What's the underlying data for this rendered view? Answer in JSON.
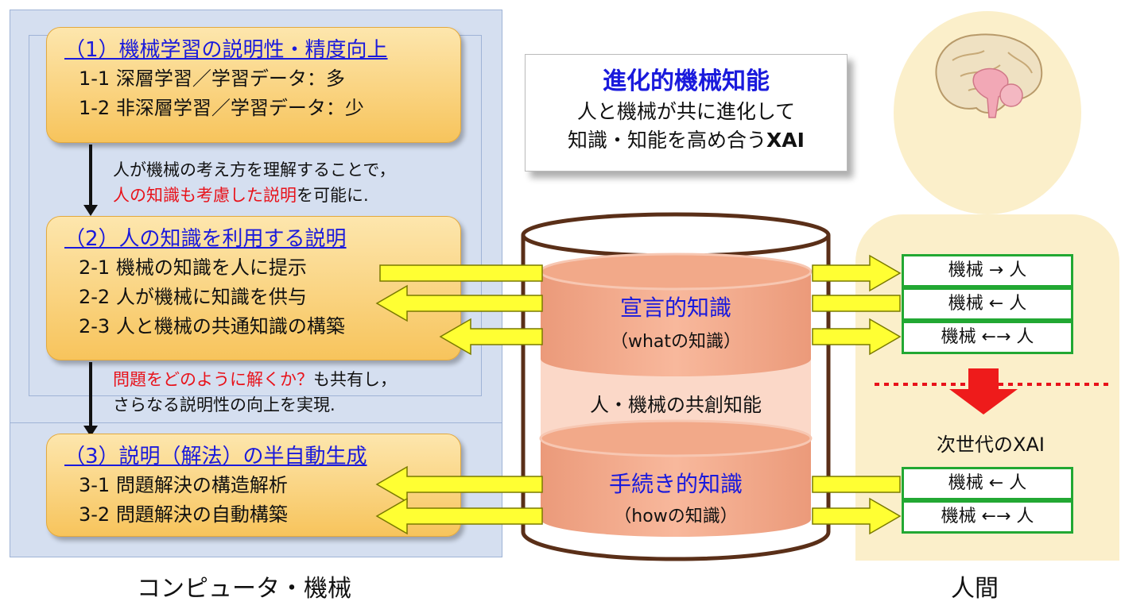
{
  "concept": {
    "title": "進化的機械知能",
    "line1": "人と機械が共に進化して",
    "line2_prefix": "知識・知能を高め合う",
    "line2_bold": "XAI"
  },
  "stage1": {
    "title": "（1）機械学習の説明性・精度向上",
    "items": [
      "1-1 深層学習／学習データ：多",
      "1-2 非深層学習／学習データ：少"
    ]
  },
  "note1": {
    "line1": "人が機械の考え方を理解することで，",
    "line2_red": "人の知識も考慮した説明",
    "line2_rest": "を可能に."
  },
  "stage2": {
    "title": "（2）人の知識を利用する説明",
    "items": [
      "2-1 機械の知識を人に提示",
      "2-2 人が機械に知識を供与",
      "2-3 人と機械の共通知識の構築"
    ]
  },
  "note2": {
    "line1_red": "問題をどのように解くか？",
    "line1_rest": "も共有し，",
    "line2": "さらなる説明性の向上を実現."
  },
  "stage3": {
    "title": "（3）説明（解法）の半自動生成",
    "items": [
      "3-1 問題解決の構造解析",
      "3-2 問題解決の自動構築"
    ]
  },
  "cylinder": {
    "declarative_title": "宣言的知識",
    "declarative_sub": "（whatの知識）",
    "cocreation": "人・機械の共創知能",
    "procedural_title": "手続き的知識",
    "procedural_sub": "（howの知識）"
  },
  "relations_current": [
    "機械 → 人",
    "機械 ← 人",
    "機械 ←→ 人"
  ],
  "next_gen_label": "次世代のXAI",
  "relations_next": [
    "機械 ← 人",
    "機械 ←→ 人"
  ],
  "labels": {
    "computer": "コンピュータ・機械",
    "human": "人間"
  },
  "colors": {
    "stage_fill": "#f7c45c",
    "arrow_fill": "#ffff33",
    "cylinder_fill": "#f2a27f",
    "relation_border": "#22a833",
    "human_fill": "#fbefca",
    "panel_fill": "#d5dff0",
    "accent_blue": "#1a1adc",
    "accent_red": "#e8121a"
  }
}
